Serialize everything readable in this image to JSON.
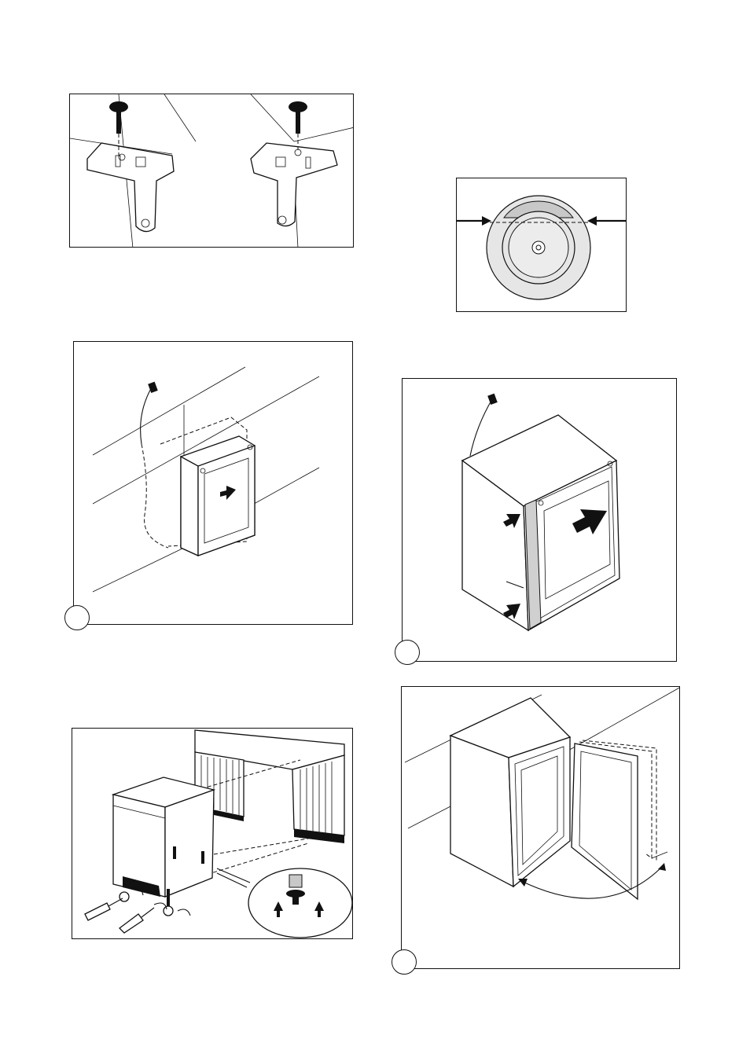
{
  "figures": [
    {
      "id": "bracket-mounting",
      "badge": ""
    },
    {
      "id": "centering-gauge",
      "badge": ""
    },
    {
      "id": "insert-into-niche",
      "badge": ""
    },
    {
      "id": "seal-strip",
      "badge": ""
    },
    {
      "id": "adjust-feet",
      "badge": ""
    },
    {
      "id": "door-swing",
      "badge": ""
    }
  ]
}
